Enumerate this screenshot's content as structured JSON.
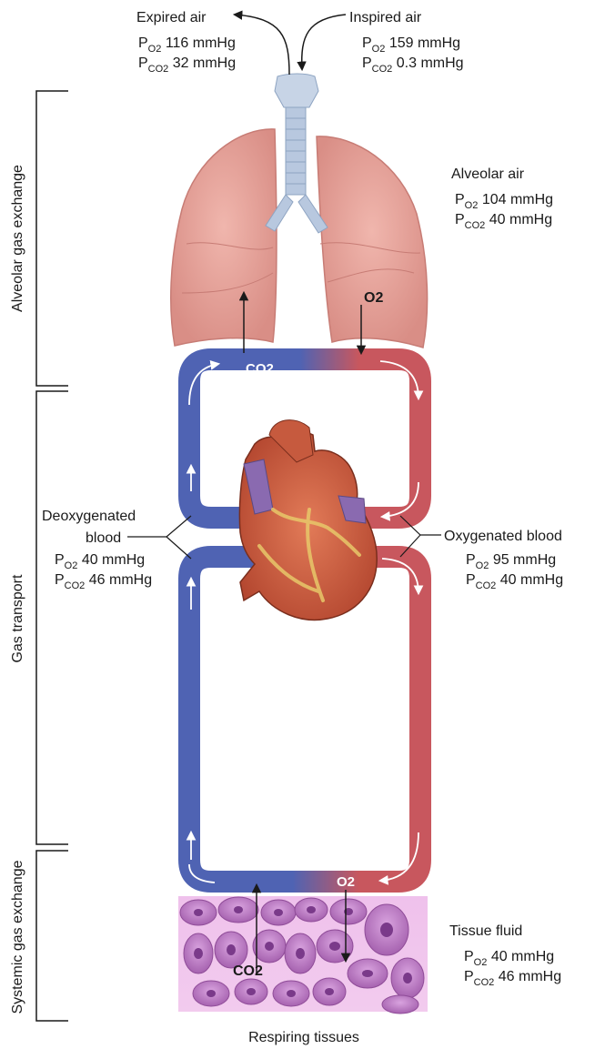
{
  "expired_air": {
    "label": "Expired air",
    "po2_value": "116 mmHg",
    "pco2_value": "32 mmHg"
  },
  "inspired_air": {
    "label": "Inspired air",
    "po2_value": "159 mmHg",
    "pco2_value": "0.3 mmHg"
  },
  "alveolar_air": {
    "label": "Alveolar air",
    "po2_value": "104 mmHg",
    "pco2_value": "40 mmHg"
  },
  "deoxygenated": {
    "label_line1": "Deoxygenated",
    "label_line2": "blood",
    "po2_value": "40 mmHg",
    "pco2_value": "46 mmHg"
  },
  "oxygenated": {
    "label": "Oxygenated blood",
    "po2_value": "95 mmHg",
    "pco2_value": "40 mmHg"
  },
  "tissue_fluid": {
    "label": "Tissue fluid",
    "po2_value": "40 mmHg",
    "pco2_value": "46 mmHg"
  },
  "respiring_tissues": "Respiring tissues",
  "gas_symbols": {
    "p": "P",
    "o2": "O",
    "co2": "CO",
    "two": "2"
  },
  "sections": {
    "alveolar": "Alveolar gas exchange",
    "transport": "Gas transport",
    "systemic": "Systemic gas exchange"
  },
  "colors": {
    "deoxygenated": "#4f63b3",
    "oxygenated": "#c8575e",
    "lung": "#e7a39b",
    "tissue": "#cf86d0"
  }
}
